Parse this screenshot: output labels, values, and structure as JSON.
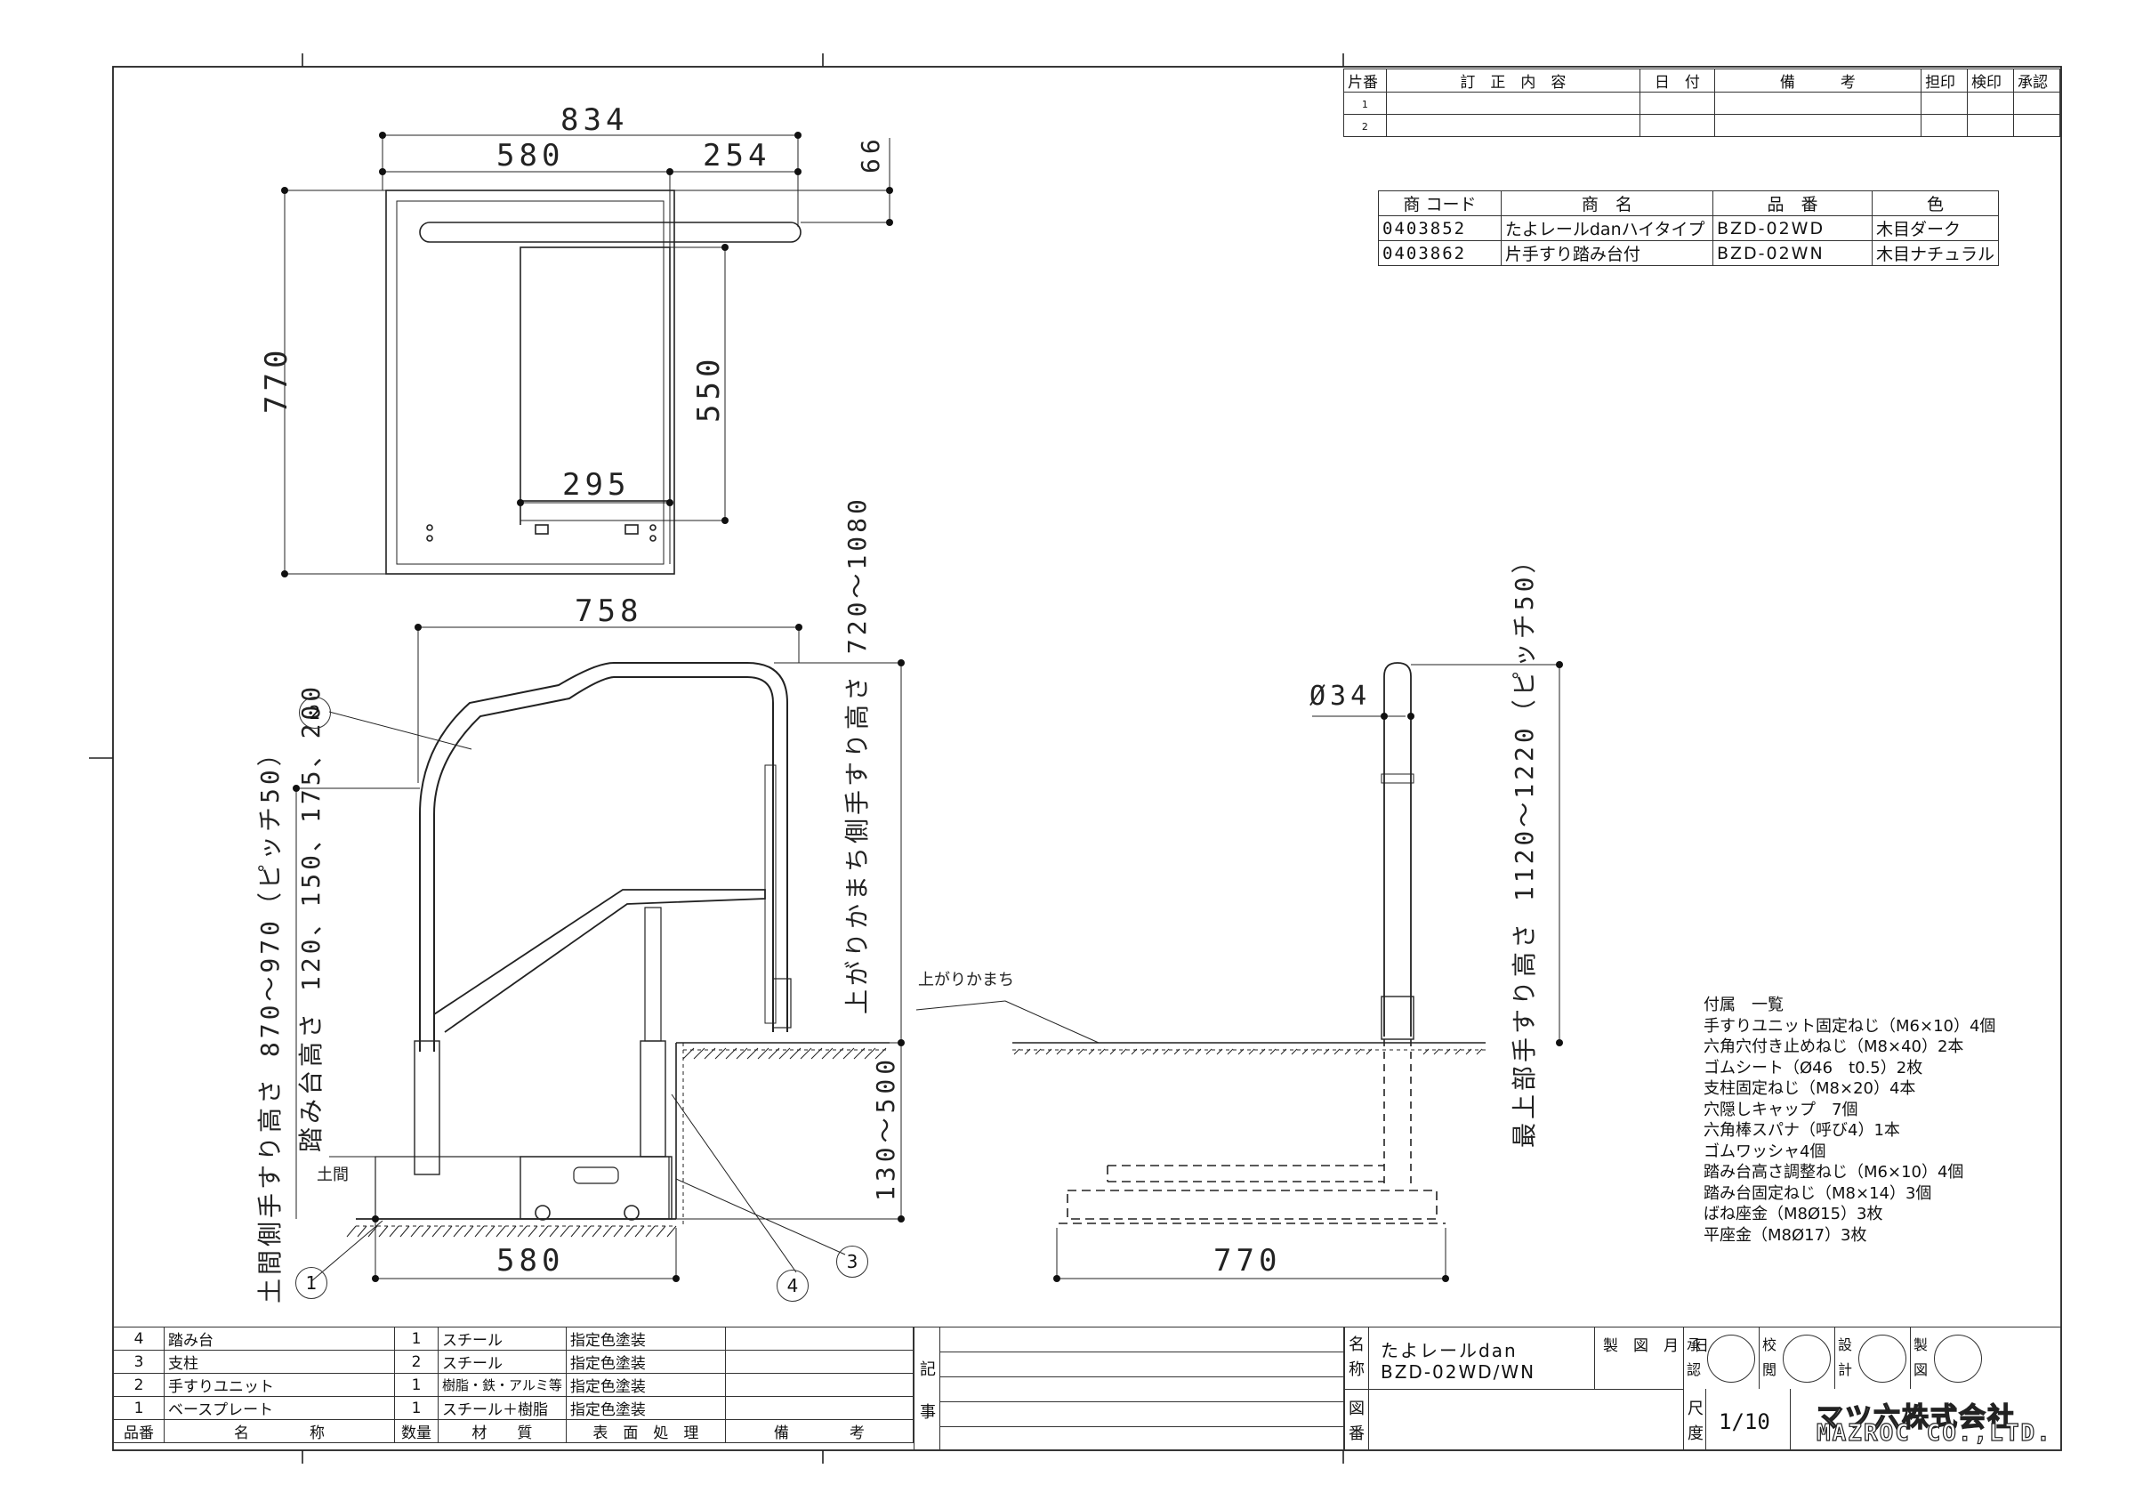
{
  "revision_table": {
    "headers": [
      "片番",
      "訂　正　内　容",
      "日　付",
      "備　　　考",
      "担印",
      "検印",
      "承認"
    ],
    "rows": [
      {
        "mark": "1"
      },
      {
        "mark": "2"
      }
    ]
  },
  "product_table": {
    "headers": [
      "商 コード",
      "商　名",
      "品　番",
      "色"
    ],
    "rows": [
      {
        "code": "0403852",
        "name": "たよレールdanハイタイプ",
        "part": "BZD-02WD",
        "color": "木目ダーク"
      },
      {
        "code": "0403862",
        "name": "片手すり踏み台付",
        "part": "BZD-02WN",
        "color": "木目ナチュラル"
      }
    ]
  },
  "top_view": {
    "dim_total": "834",
    "dim_left": "580",
    "dim_right": "254",
    "dim_small": "66",
    "dim_height": "770",
    "dim_step": "550",
    "dim_step_width": "295"
  },
  "front_view": {
    "dim_width_top": "758",
    "dim_width_bottom": "580",
    "handrail_height_label": "土間側手すり高さ 870～970（ピッチ50）",
    "step_height_label": "踏み台高さ 120、150、175、200",
    "kamachi_handrail_label": "上がりかまち側手すり高さ 720～1080",
    "kamachi_height": "130～500",
    "doma_label": "土間",
    "kamachi_label": "上がりかまち",
    "callouts": [
      "1",
      "2",
      "3",
      "4"
    ]
  },
  "side_view": {
    "diameter": "Ø34",
    "dim_width": "770",
    "max_height_label": "最上部手すり高さ 1120～1220（ピッチ50）"
  },
  "accessories": {
    "title": "付属　一覧",
    "items": [
      "手すりユニット固定ねじ（M6×10）4個",
      "六角穴付き止めねじ（M8×40）2本",
      "ゴムシート（Ø46　t0.5）2枚",
      "支柱固定ねじ（M8×20）4本",
      "穴隠しキャップ　7個",
      "六角棒スパナ（呼び4）1本",
      "ゴムワッシャ4個",
      "踏み台高さ調整ねじ（M6×10）4個",
      "踏み台固定ねじ（M8×14）3個",
      "ばね座金（M8Ø15）3枚",
      "平座金（M8Ø17）3枚"
    ]
  },
  "parts_list": {
    "headers": [
      "品番",
      "名　　　　称",
      "数量",
      "材　　質",
      "表　面　処　理",
      "備　　　　考"
    ],
    "rows": [
      {
        "no": "4",
        "name": "踏み台",
        "qty": "1",
        "material": "スチール",
        "finish": "指定色塗装"
      },
      {
        "no": "3",
        "name": "支柱",
        "qty": "2",
        "material": "スチール",
        "finish": "指定色塗装"
      },
      {
        "no": "2",
        "name": "手すりユニット",
        "qty": "1",
        "material": "樹脂・鉄・アルミ等",
        "finish": "指定色塗装"
      },
      {
        "no": "1",
        "name": "ベースプレート",
        "qty": "1",
        "material": "スチール＋樹脂",
        "finish": "指定色塗装"
      }
    ]
  },
  "title_block": {
    "note_label": "記事",
    "name_label": "名称",
    "name_line1": "たよレールdan",
    "name_line2": "BZD-02WD/WN",
    "date_label": "製　図　月　日",
    "order_label": "図番",
    "scale_label": "尺度",
    "scale_value": "1/10",
    "approve_label": "承認",
    "check_label": "校閲",
    "design_label": "設計",
    "draw_label": "製図",
    "company_jp": "マツ六株式会社",
    "company_en": "MAZROC CO.,LTD."
  }
}
